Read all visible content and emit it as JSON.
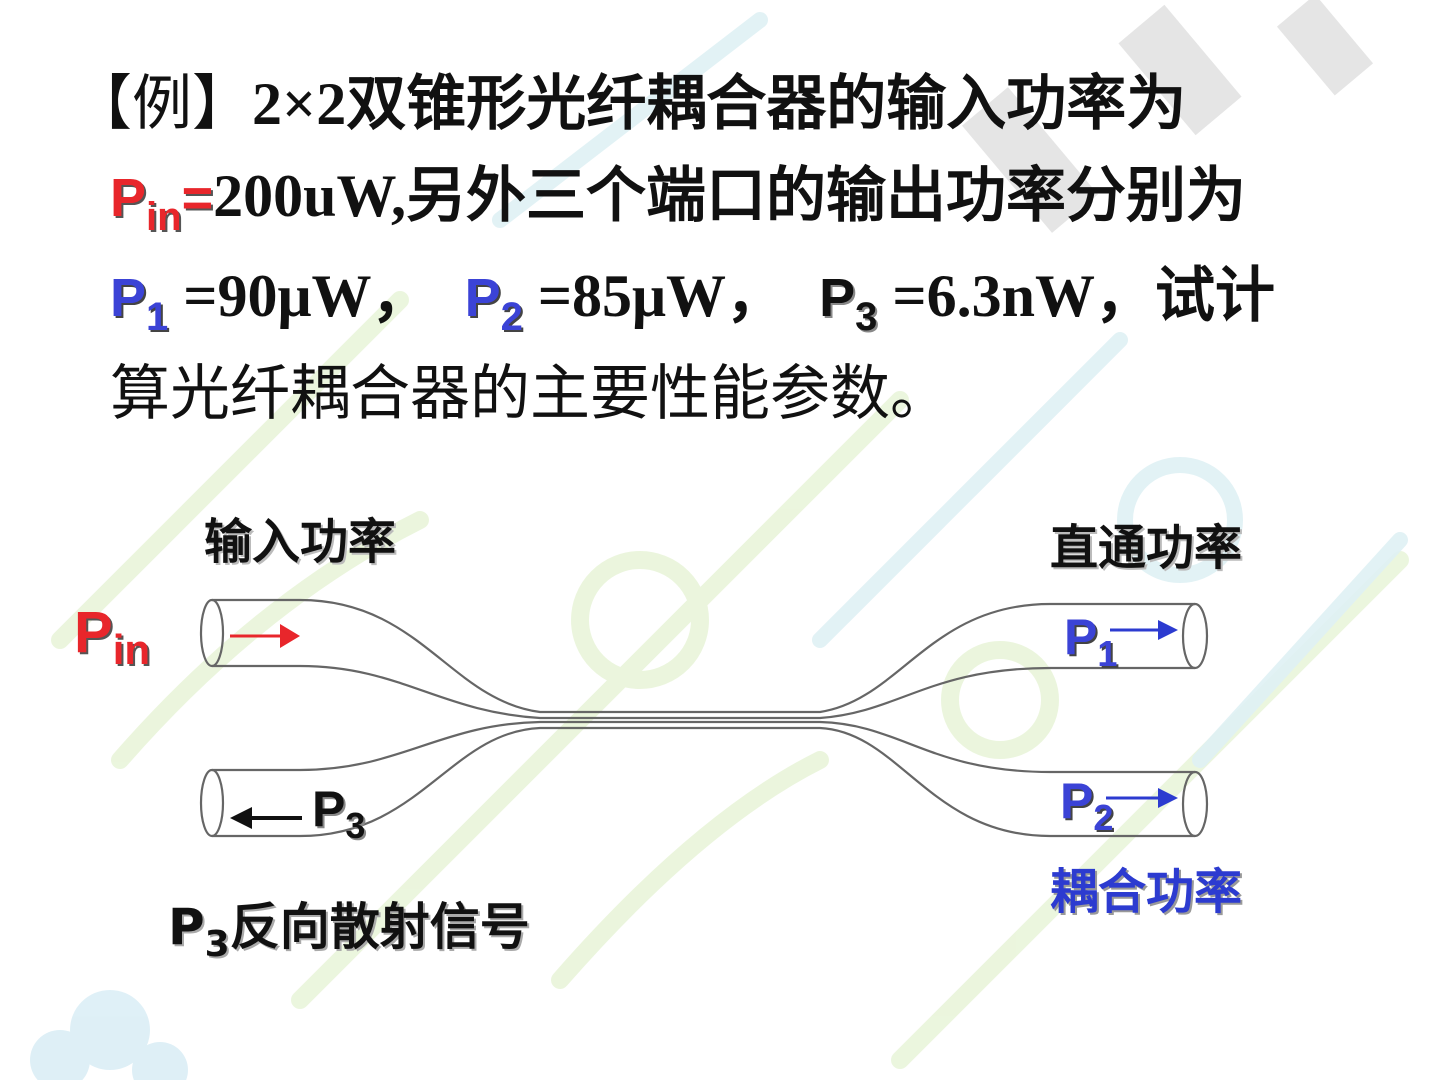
{
  "problem": {
    "prefix": "【例】",
    "line1_rest": "2×2双锥形光纤耦合器的输入功率为",
    "pin_main": "P",
    "pin_sub": "in",
    "eq_sign": "=",
    "line2_rest": "200uW,另外三个端口的输出功率分别为",
    "p1_main": "P",
    "p1_sub": "1",
    "p1_value": " =90μW，",
    "p2_main": "P",
    "p2_sub": "2",
    "p2_value": " =85μW，",
    "p3_main": "P",
    "p3_sub": "3",
    "p3_value": " =6.3nW，试计",
    "line4": "算光纤耦合器的主要性能参数。"
  },
  "diagram": {
    "input_power_label": "输入功率",
    "through_power_label": "直通功率",
    "coupled_power_label": "耦合功率",
    "backscatter_prefix": "P",
    "backscatter_sub": "3",
    "backscatter_label": "反向散射信号",
    "pin_main": "P",
    "pin_sub": "in",
    "p1_main": "P",
    "p1_sub": "1",
    "p2_main": "P",
    "p2_sub": "2",
    "p3_main": "P",
    "p3_sub": "3"
  },
  "colors": {
    "red": "#e8262b",
    "blue": "#3b43d6",
    "coupled_blue": "#2c3bd0",
    "fiber": "#666666",
    "watermark": "#e6f3d2"
  }
}
